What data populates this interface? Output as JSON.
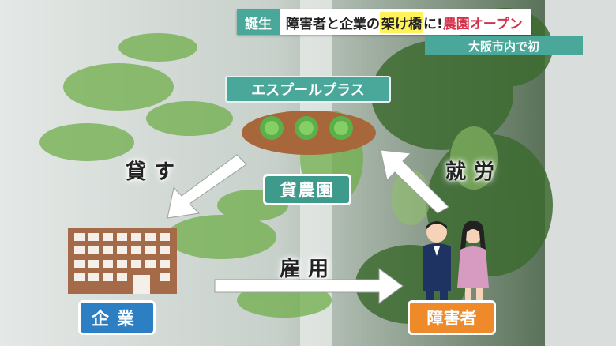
{
  "caption": {
    "tag": "誕生",
    "main_pre": "障害者と企業の",
    "main_highlight": "架け橋",
    "main_mid": "に!",
    "main_red": "農園オープン"
  },
  "subcaption": "大阪市内で初",
  "diagram": {
    "top_label": "エスプールプラス",
    "farm_label": "貸農園",
    "lend_label": "貸す",
    "work_label": "就労",
    "employ_label": "雇用",
    "company_label": "企業",
    "disabled_label": "障害者"
  },
  "colors": {
    "teal": "#4aa89a",
    "company_blue": "#2d7fc4",
    "orange": "#ef8a2a",
    "highlight_yellow": "#fff25a",
    "red": "#d3334a"
  },
  "icons": [
    "cabbage-field-icon",
    "office-building-icon",
    "workers-icon",
    "arrow-icon"
  ]
}
